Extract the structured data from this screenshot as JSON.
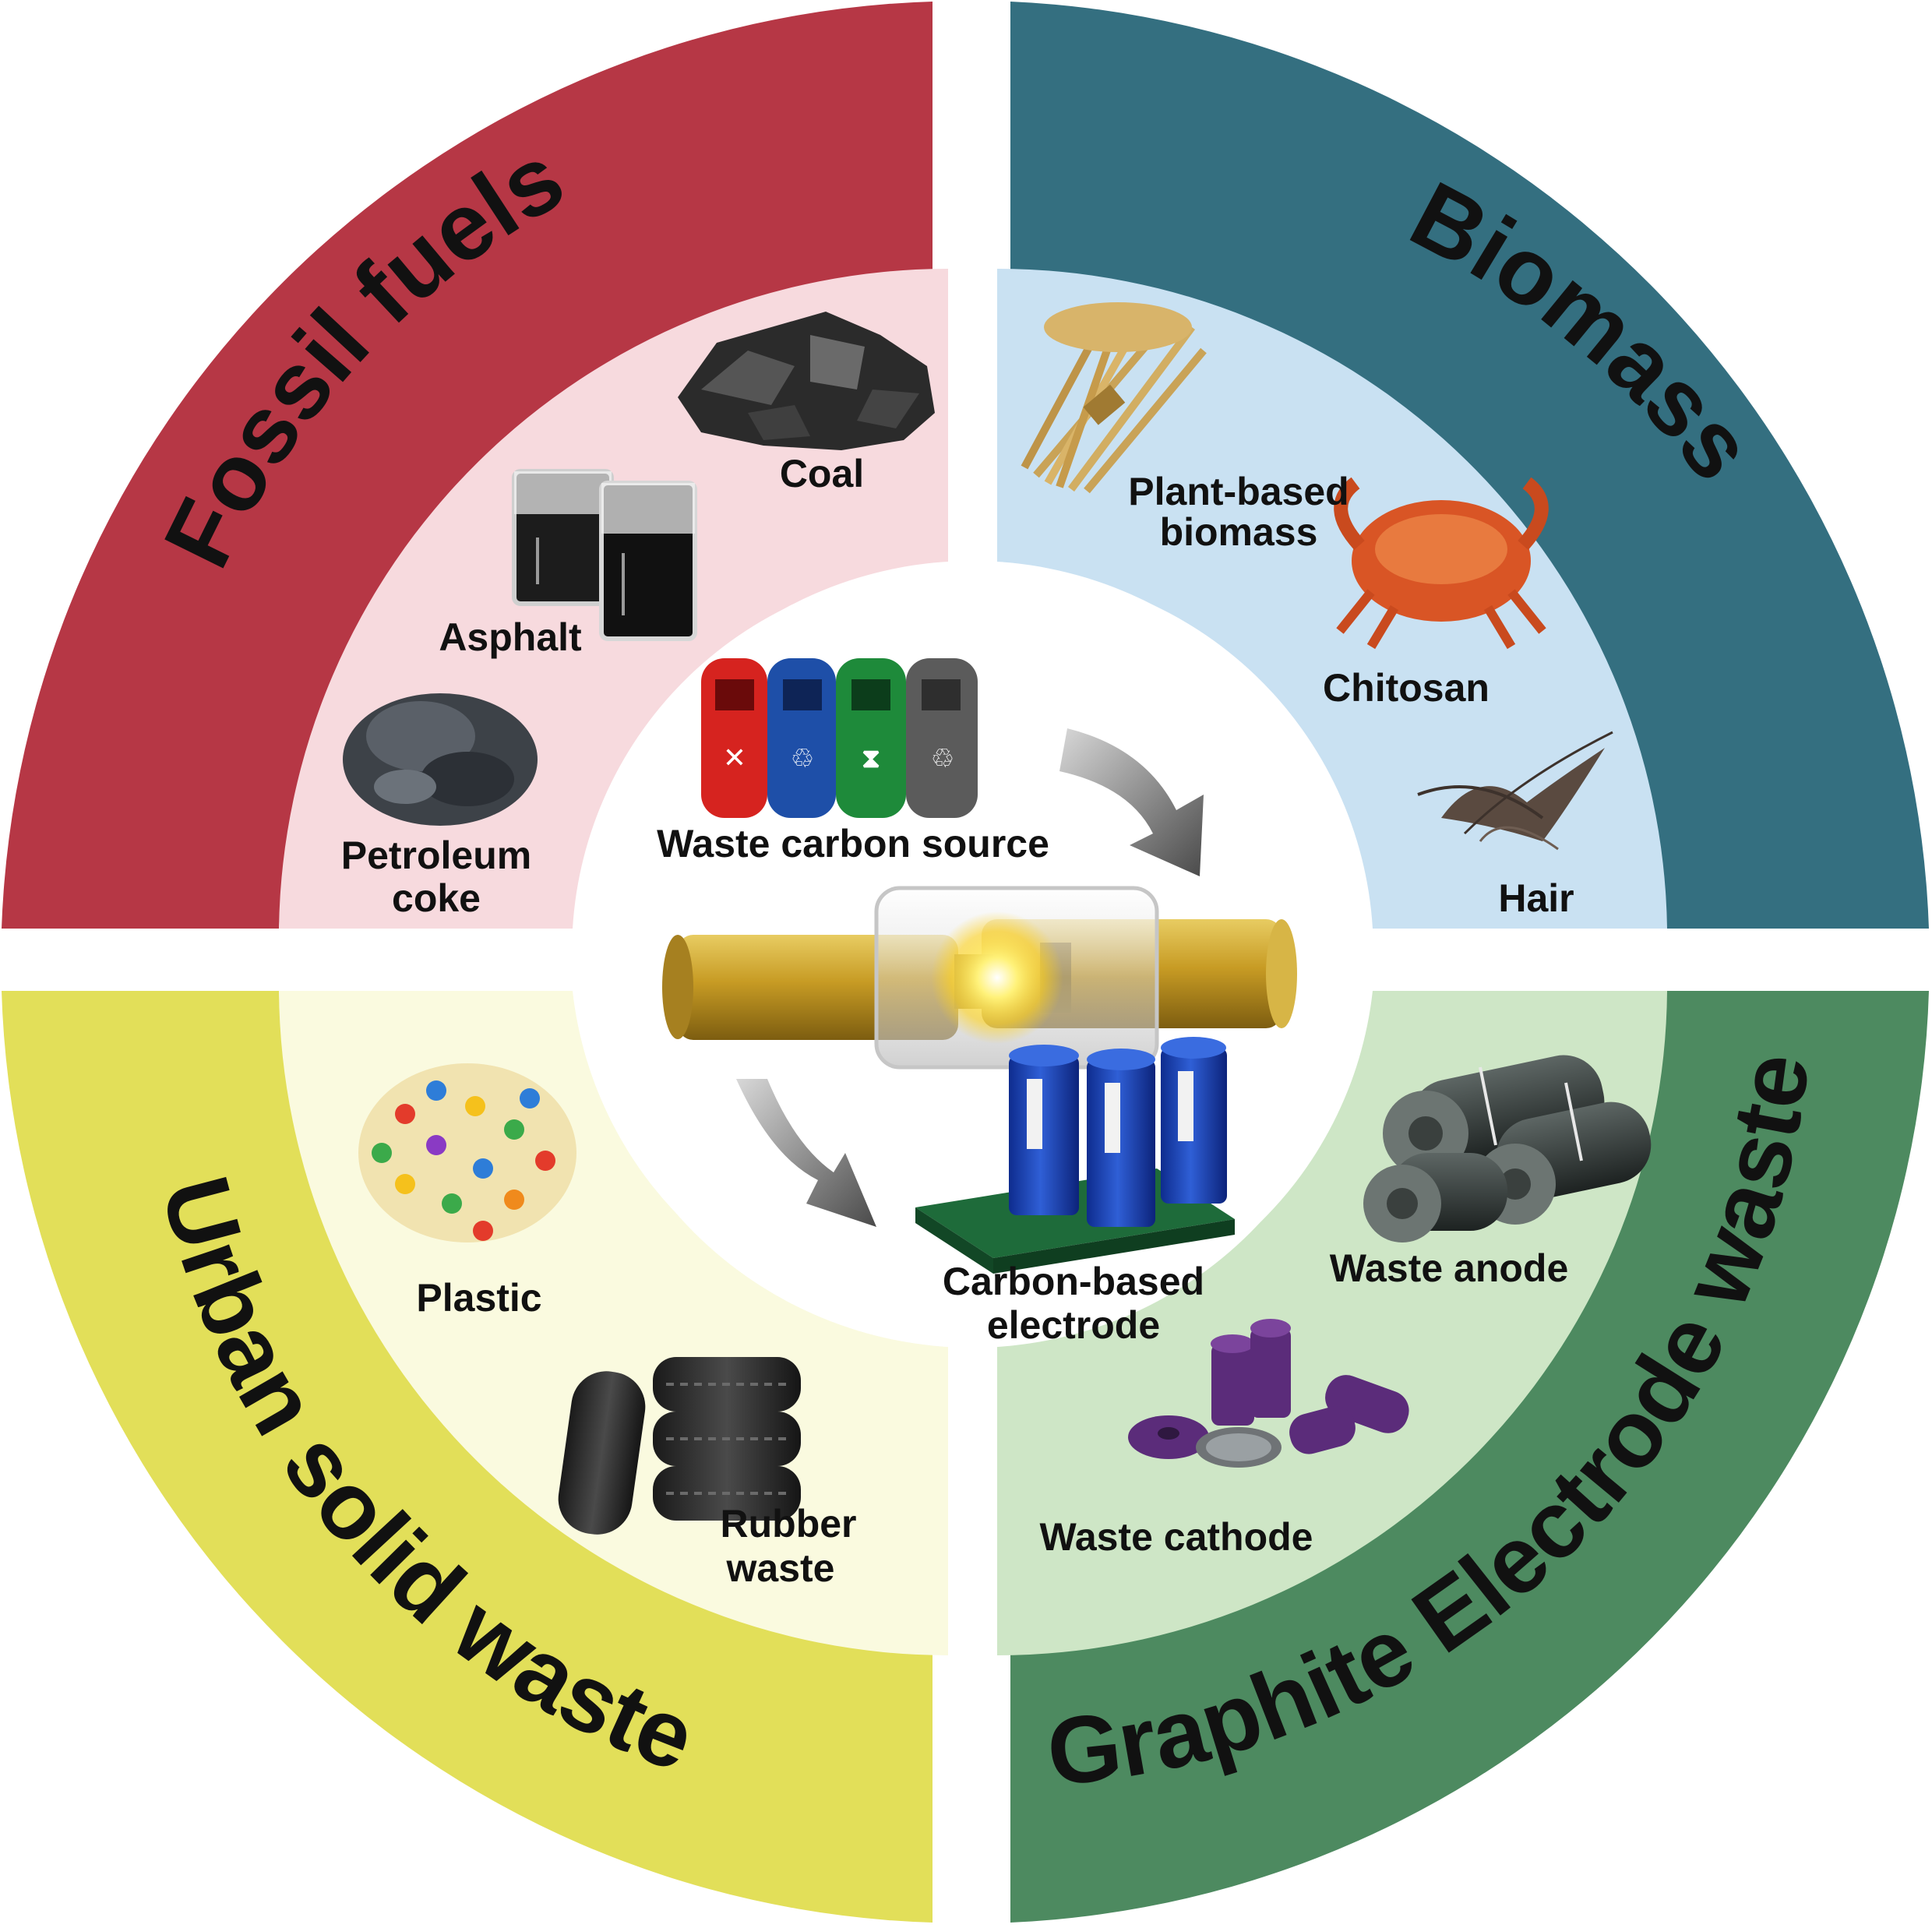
{
  "colors": {
    "fossil_ring": "#B63745",
    "biomass_ring": "#346F80",
    "urban_ring": "#E2DF59",
    "graphite_ring": "#4D8A60",
    "fossil_inner": "#F7DADE",
    "biomass_inner": "#C9E1F2",
    "urban_inner": "#FAFADF",
    "graphite_inner": "#CEE6C6"
  },
  "categories": {
    "fossil": "Fossil  fuels",
    "biomass": "Biomass",
    "urban": "Urban solid waste",
    "graphite": "Graphite Electrode waste"
  },
  "fossil_items": {
    "coal": "Coal",
    "asphalt": "Asphalt",
    "petroleum_line1": "Petroleum",
    "petroleum_line2": "coke"
  },
  "biomass_items": {
    "plant_line1": "Plant-based",
    "plant_line2": "biomass",
    "chitosan": "Chitosan",
    "hair": "Hair"
  },
  "urban_items": {
    "plastic": "Plastic",
    "rubber_line1": "Rubber",
    "rubber_line2": "waste"
  },
  "graphite_items": {
    "anode": "Waste anode",
    "cathode": "Waste cathode"
  },
  "center": {
    "source": "Waste carbon source",
    "electrode_line1": "Carbon-based",
    "electrode_line2": "electrode"
  },
  "icons": {
    "coal": "coal-icon",
    "asphalt": "beaker-icon",
    "petroleum_coke": "petroleum-coke-icon",
    "plant": "wheat-bundle-icon",
    "crab": "crab-icon",
    "hair": "hair-icon",
    "plastic": "plastic-pellets-icon",
    "tires": "tires-icon",
    "anode": "graphite-rolls-icon",
    "cathode": "cathode-pieces-icon",
    "bins": "recycling-bins-icon",
    "reactor": "reactor-rod-icon",
    "capacitors": "supercapacitor-icon",
    "arrows": "process-arrow-icon"
  }
}
